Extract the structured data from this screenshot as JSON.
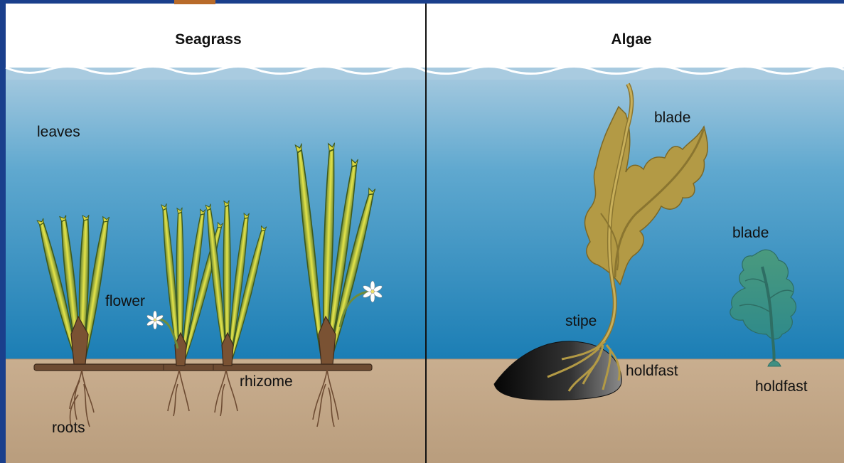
{
  "panels": {
    "seagrass": {
      "title": "Seagrass",
      "labels": {
        "leaves": "leaves",
        "flower": "flower",
        "rhizome": "rhizome",
        "roots": "roots"
      }
    },
    "algae": {
      "title": "Algae",
      "labels": {
        "blade_large": "blade",
        "stipe": "stipe",
        "holdfast_large": "holdfast",
        "blade_small": "blade",
        "holdfast_small": "holdfast"
      }
    }
  },
  "colors": {
    "frame": "#1a3f8c",
    "sky": "#ffffff",
    "water_top": "#a9cbe0",
    "water_bottom": "#1e7fb5",
    "sediment": "#c5a98a",
    "seagrass_leaf": "#6e8c3a",
    "seagrass_leaf_light": "#e2e24a",
    "rhizome": "#6d4b32",
    "kelp": "#b39a45",
    "green_alga": "#3f8f82",
    "rock": "#1a1a1a"
  }
}
